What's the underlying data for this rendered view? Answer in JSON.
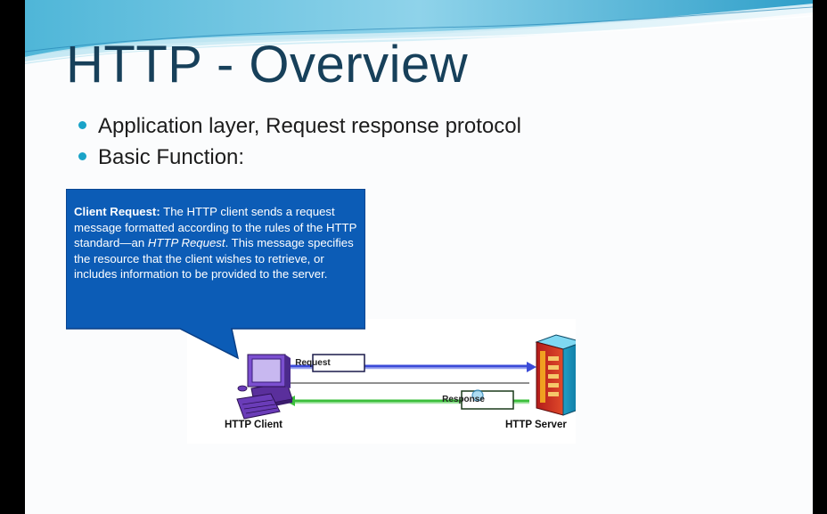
{
  "slide": {
    "title": "HTTP - Overview",
    "bullets": [
      "Application layer, Request response protocol",
      "Basic Function:"
    ]
  },
  "callout": {
    "bold_lead": "Client Request:",
    "text_part1": " The HTTP client sends a request message formatted according to the rules of the HTTP standard—an ",
    "italic_text": "HTTP Request",
    "text_part2": ". This message specifies the resource that the client wishes to retrieve, or includes information to be provided to the server."
  },
  "diagram": {
    "client_label": "HTTP Client",
    "server_label": "HTTP Server",
    "request_label": "Request",
    "response_label": "Response"
  },
  "colors": {
    "title": "#17405a",
    "bullet_dot": "#1aa3c8",
    "callout_fill": "#0c5cb6",
    "request_arrow": "#3b4bd8",
    "response_arrow": "#3bbf3b"
  }
}
